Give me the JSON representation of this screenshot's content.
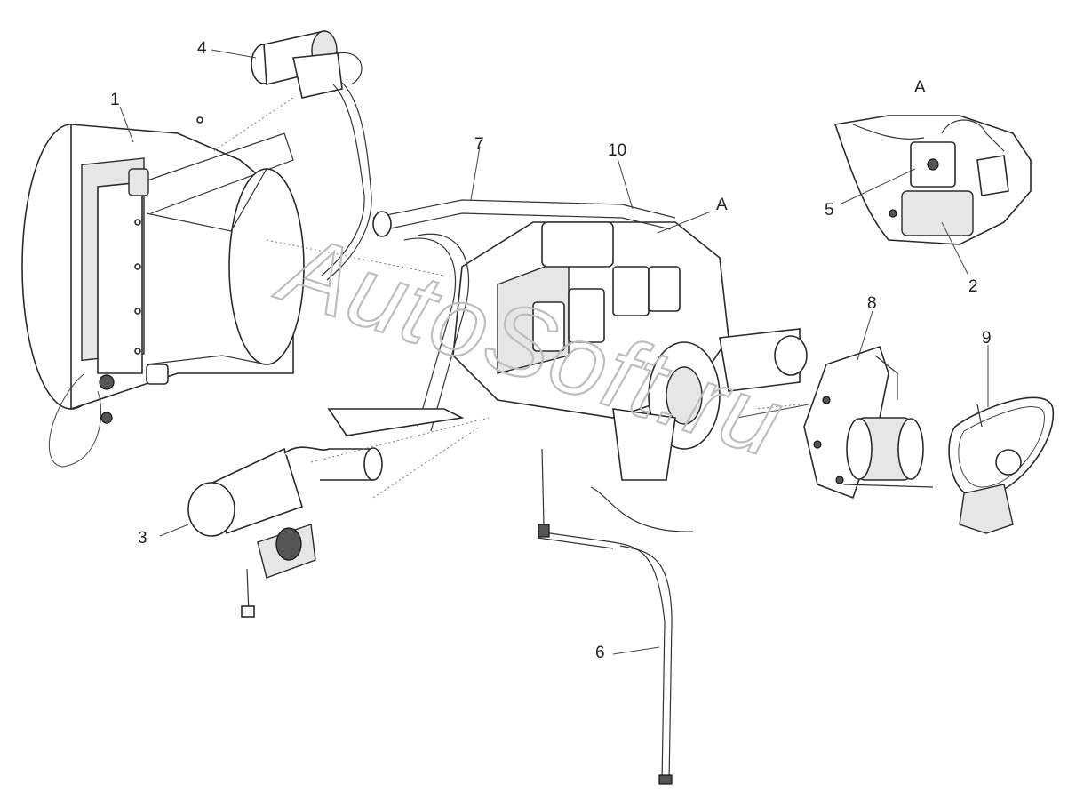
{
  "callouts": [
    {
      "id": "c1",
      "text": "1"
    },
    {
      "id": "c2",
      "text": "2"
    },
    {
      "id": "c3",
      "text": "3"
    },
    {
      "id": "c4",
      "text": "4"
    },
    {
      "id": "c5",
      "text": "5"
    },
    {
      "id": "c6",
      "text": "6"
    },
    {
      "id": "c7",
      "text": "7"
    },
    {
      "id": "c8",
      "text": "8"
    },
    {
      "id": "c9",
      "text": "9"
    },
    {
      "id": "c10",
      "text": "10"
    },
    {
      "id": "cA",
      "text": "A"
    },
    {
      "id": "cA_detail",
      "text": "A"
    }
  ],
  "watermark": "AutoSoft.ru",
  "colors": {
    "line": "#2a2a2a",
    "fill": "#ffffff",
    "shade": "#e6e6e6",
    "watermark": "#bdbdbd"
  }
}
